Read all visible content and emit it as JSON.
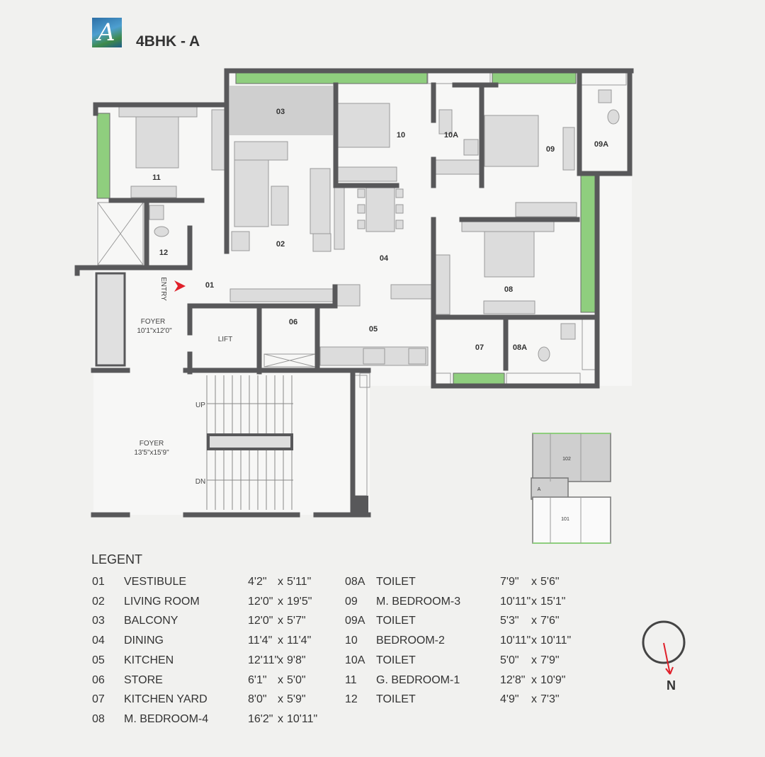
{
  "header": {
    "title": "4BHK - A",
    "logo_letter": "A"
  },
  "plan": {
    "rooms": {
      "r01": "01",
      "r02": "02",
      "r03": "03",
      "r04": "04",
      "r05": "05",
      "r06": "06",
      "r07": "07",
      "r08": "08",
      "r08a": "08A",
      "r09": "09",
      "r09a": "09A",
      "r10": "10",
      "r10a": "10A",
      "r11": "11",
      "r12": "12"
    },
    "lift": "LIFT",
    "entry": "ENTRY",
    "foyer1": {
      "label": "FOYER",
      "size": "10'1\"x12'0\""
    },
    "foyer2": {
      "label": "FOYER",
      "size": "13'5\"x15'9\""
    },
    "stair_up": "UP",
    "stair_dn": "DN"
  },
  "key_plan": {
    "unit_top": "102",
    "unit_bottom": "101",
    "core": "A"
  },
  "compass": {
    "label": "N"
  },
  "legend": {
    "title": "LEGENT",
    "items": [
      {
        "no": "01",
        "name": "VESTIBULE",
        "w": "4'2\"",
        "x": "x",
        "h": "5'11\""
      },
      {
        "no": "02",
        "name": "LIVING ROOM",
        "w": "12'0\"",
        "x": "x",
        "h": "19'5\""
      },
      {
        "no": "03",
        "name": "BALCONY",
        "w": "12'0\"",
        "x": "x",
        "h": "5'7\""
      },
      {
        "no": "04",
        "name": "DINING",
        "w": "11'4\"",
        "x": "x",
        "h": "11'4\""
      },
      {
        "no": "05",
        "name": "KITCHEN",
        "w": "12'11\"",
        "x": "x",
        "h": "9'8\""
      },
      {
        "no": "06",
        "name": "STORE",
        "w": "6'1\"",
        "x": "x",
        "h": "5'0\""
      },
      {
        "no": "07",
        "name": "KITCHEN YARD",
        "w": "8'0\"",
        "x": "x",
        "h": "5'9\""
      },
      {
        "no": "08",
        "name": "M. BEDROOM-4",
        "w": "16'2\"",
        "x": "x",
        "h": "10'11\""
      },
      {
        "no": "08A",
        "name": "TOILET",
        "w": "7'9\"",
        "x": "x",
        "h": "5'6\""
      },
      {
        "no": "09",
        "name": "M. BEDROOM-3",
        "w": "10'11\"",
        "x": "x",
        "h": "15'1\""
      },
      {
        "no": "09A",
        "name": "TOILET",
        "w": "5'3\"",
        "x": "x",
        "h": "7'6\""
      },
      {
        "no": "10",
        "name": "BEDROOM-2",
        "w": "10'11\"",
        "x": "x",
        "h": "10'11\""
      },
      {
        "no": "10A",
        "name": "TOILET",
        "w": "5'0\"",
        "x": "x",
        "h": "7'9\""
      },
      {
        "no": "11",
        "name": "G. BEDROOM-1",
        "w": "12'8\"",
        "x": "x",
        "h": "10'9\""
      },
      {
        "no": "12",
        "name": "TOILET",
        "w": "4'9\"",
        "x": "x",
        "h": "7'3\""
      }
    ]
  },
  "colors": {
    "wall": "#58585a",
    "green": "#8fce7e",
    "furniture": "#dcdcdc",
    "arrow": "#e0202a"
  }
}
